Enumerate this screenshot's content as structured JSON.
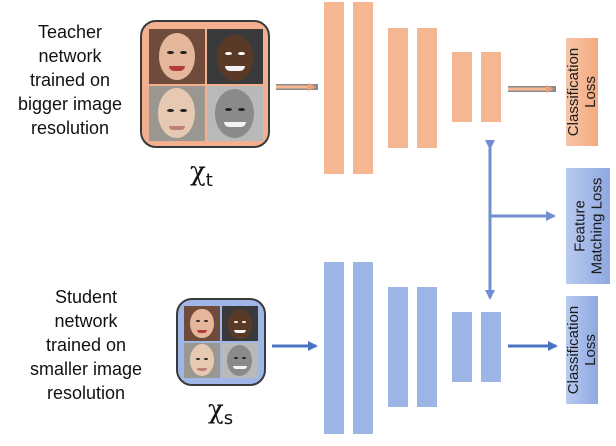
{
  "teacher": {
    "caption_lines": [
      "Teacher",
      "network",
      "trained on",
      "bigger image",
      "resolution"
    ],
    "symbol": "χ",
    "subscript": "t",
    "loss_lines": [
      "Classification",
      "Loss"
    ]
  },
  "student": {
    "caption_lines": [
      "Student",
      "network",
      "trained on",
      "smaller image",
      "resolution"
    ],
    "symbol": "χ",
    "subscript": "s",
    "loss_lines": [
      "Classification",
      "Loss"
    ]
  },
  "feature_loss_lines": [
    "Feature",
    "Matching Loss"
  ],
  "colors": {
    "teacher": "#f5b792",
    "student": "#9db5e5",
    "arrow_teacher": "#e8a17a",
    "arrow_student": "#4a72c4",
    "arrow_feature": "#6f8fd2"
  }
}
